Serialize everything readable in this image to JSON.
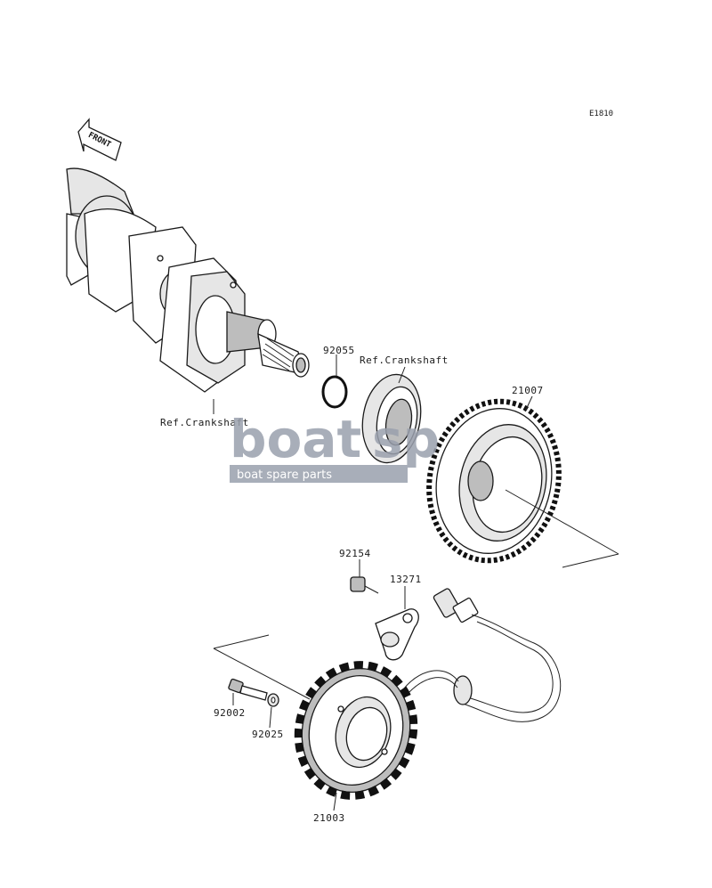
{
  "diagram_code": "E1810",
  "front_label": "FRONT",
  "labels": {
    "crank_ref_lower": "Ref.Crankshaft",
    "crank_ref_upper": "Ref.Crankshaft",
    "oring": "92055",
    "flywheel": "21007",
    "screw": "92154",
    "plate": "13271",
    "bolt": "92002",
    "washer": "92025",
    "stator": "21003"
  },
  "watermark": {
    "brand": "boat",
    "brand_tail": "sp",
    "tagline": "boat spare parts"
  }
}
